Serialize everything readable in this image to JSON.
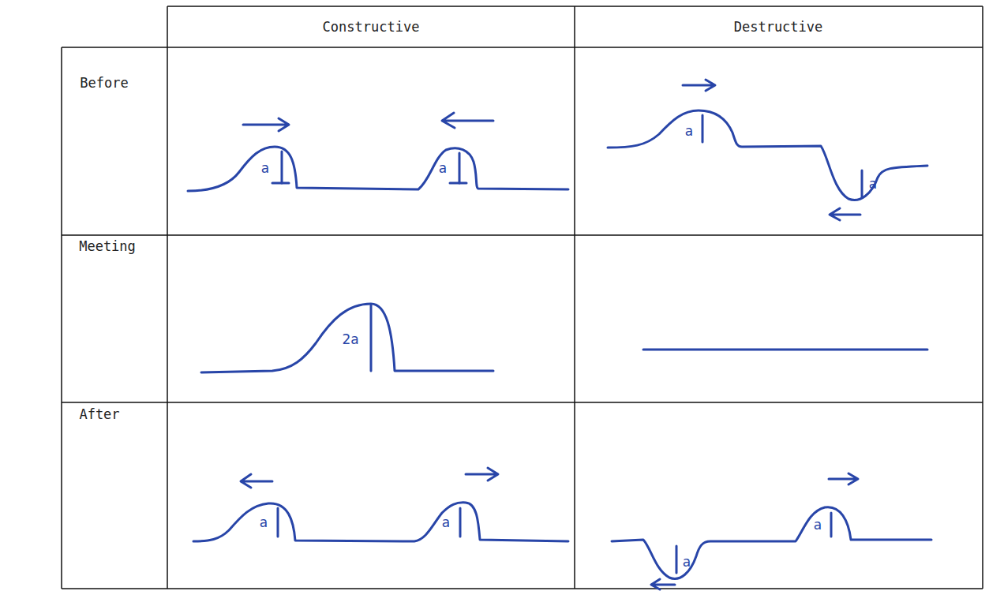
{
  "diagram": {
    "labels": [
      "Constructive",
      "Destructive",
      "Before",
      "Meeting",
      "After",
      "a",
      "a",
      "a",
      "a",
      "2a",
      "a",
      "a",
      "a",
      "a"
    ]
  }
}
